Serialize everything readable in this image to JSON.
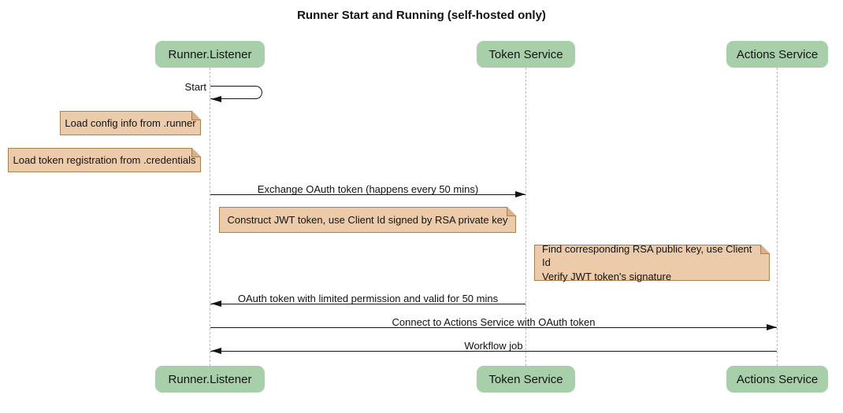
{
  "title": "Runner Start and Running (self-hosted only)",
  "participants": [
    {
      "label": "Runner.Listener"
    },
    {
      "label": "Token Service"
    },
    {
      "label": "Actions Service"
    }
  ],
  "self_message": {
    "label": "Start",
    "actor": "Runner.Listener"
  },
  "notes": [
    {
      "text": "Load config info from .runner"
    },
    {
      "text": "Load token registration from .credentials"
    },
    {
      "text": "Construct JWT token, use Client Id signed by RSA private key"
    },
    {
      "lines": [
        "Find corresponding RSA public key, use Client Id",
        "Verify JWT token's signature"
      ]
    }
  ],
  "messages": [
    {
      "label": "Exchange OAuth token (happens every 50 mins)",
      "from": "Runner.Listener",
      "to": "Token Service",
      "direction": "right"
    },
    {
      "label": "OAuth token with limited permission and valid for 50 mins",
      "from": "Token Service",
      "to": "Runner.Listener",
      "direction": "left"
    },
    {
      "label": "Connect to Actions Service with OAuth token",
      "from": "Runner.Listener",
      "to": "Actions Service",
      "direction": "right"
    },
    {
      "label": "Workflow job",
      "from": "Actions Service",
      "to": "Runner.Listener",
      "direction": "left"
    }
  ],
  "colors": {
    "participant_fill": "#a7cfa9",
    "note_fill": "#eccbaa",
    "note_border": "#aa8052",
    "note_fold": "#d9b088",
    "lifeline": "#b9b9b9",
    "arrow": "#141414",
    "text": "#111111",
    "background": "#ffffff"
  }
}
